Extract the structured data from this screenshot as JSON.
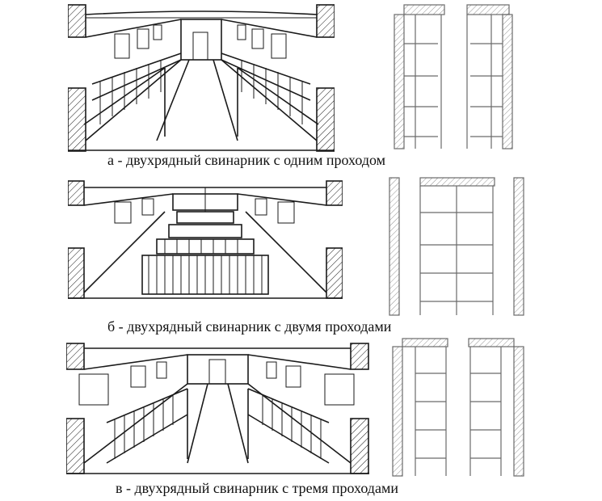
{
  "figures": [
    {
      "id": "a",
      "caption": "а - двухрядный свинарник с одним проходом"
    },
    {
      "id": "b",
      "caption": "б - двухрядный свинарник с двумя проходами"
    },
    {
      "id": "c",
      "caption": "в - двухрядный свинарник с тремя проходами"
    }
  ]
}
